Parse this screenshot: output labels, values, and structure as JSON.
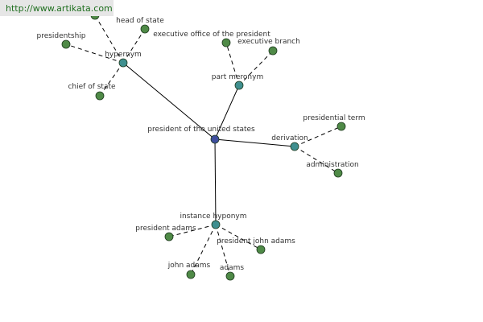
{
  "watermark": {
    "url": "http://www.artikata.com"
  },
  "colors": {
    "root_node": "#3f4e9e",
    "relation_node": "#3f8f8f",
    "term_node": "#4f8a47",
    "node_stroke": "#1e3a1e",
    "edge": "#000000",
    "label": "#333333"
  },
  "graph": {
    "root": {
      "label": "president of the united states"
    },
    "relations": [
      {
        "label": "hypernym",
        "terms": [
          {
            "label": ""
          },
          {
            "label": "head of state"
          },
          {
            "label": "presidentship"
          },
          {
            "label": "chief of state"
          }
        ]
      },
      {
        "label": "part meronym",
        "terms": [
          {
            "label": "executive office of the president"
          },
          {
            "label": "executive branch"
          }
        ]
      },
      {
        "label": "derivation",
        "terms": [
          {
            "label": "presidential term"
          },
          {
            "label": "administration"
          }
        ]
      },
      {
        "label": "instance hyponym",
        "terms": [
          {
            "label": "president adams"
          },
          {
            "label": "president john adams"
          },
          {
            "label": "john adams"
          },
          {
            "label": "adams"
          }
        ]
      }
    ]
  }
}
